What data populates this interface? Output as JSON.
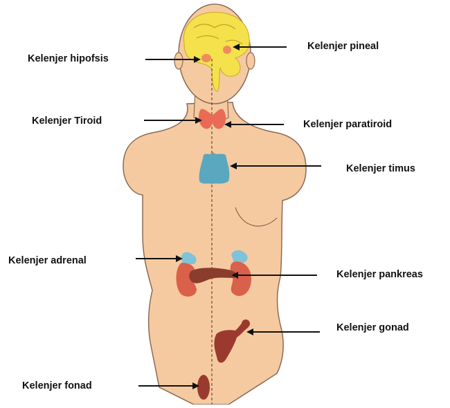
{
  "labels": {
    "hipofsis": "Kelenjer hipofsis",
    "pineal": "Kelenjer pineal",
    "tiroid": "Kelenjer Tiroid",
    "paratiroid": "Kelenjer paratiroid",
    "timus": "Kelenjer timus",
    "adrenal": "Kelenjer adrenal",
    "pankreas": "Kelenjer pankreas",
    "gonad": "Kelenjer gonad",
    "fonad": "Kelenjer fonad"
  },
  "colors": {
    "skin": "#f6caa0",
    "skin_outline": "#8a6a55",
    "brain": "#f4e14c",
    "pineal": "#f08a5d",
    "thyroid": "#e96a55",
    "thymus": "#5aa7c0",
    "adrenal": "#7fc3d8",
    "kidney": "#d9604a",
    "pancreas": "#8a3d2c",
    "gonad": "#9a3a2e",
    "arrow": "#111111"
  }
}
